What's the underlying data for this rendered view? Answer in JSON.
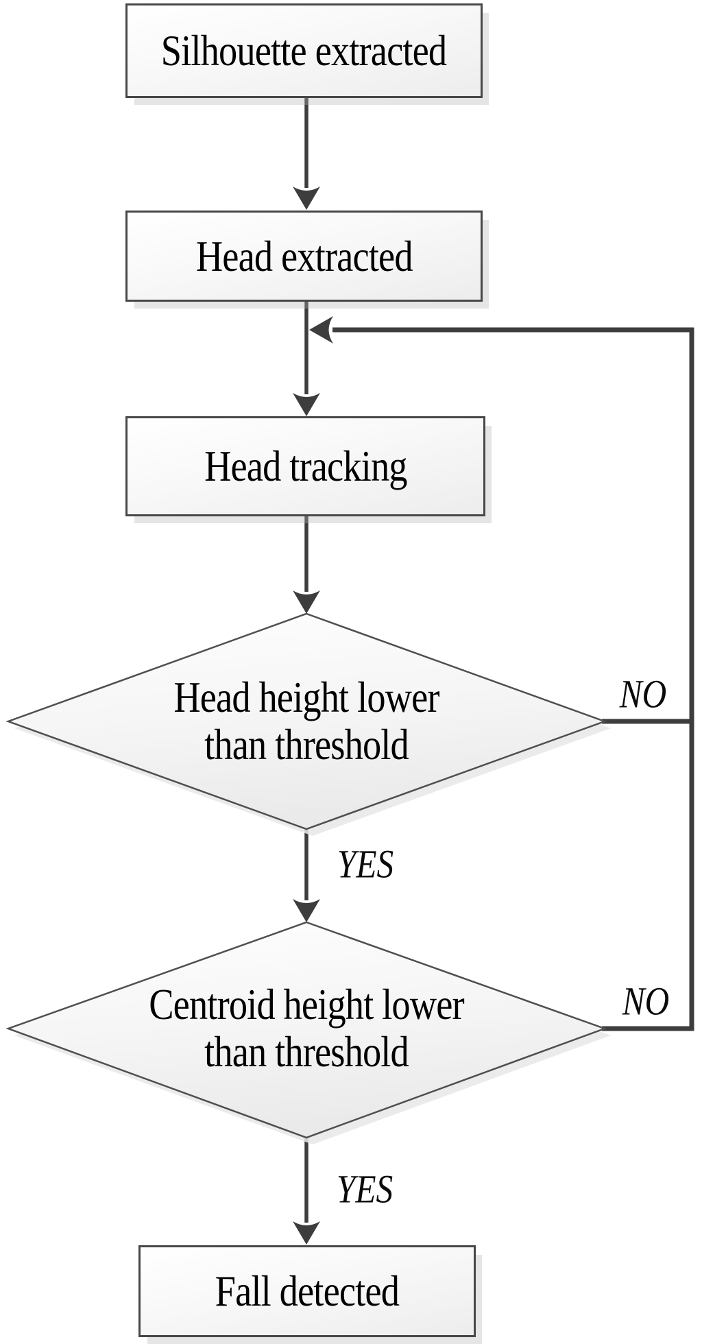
{
  "flowchart": {
    "nodes": {
      "silhouette": {
        "type": "process",
        "label": "Silhouette extracted"
      },
      "head_extracted": {
        "type": "process",
        "label": "Head extracted"
      },
      "head_tracking": {
        "type": "process",
        "label": "Head tracking"
      },
      "head_height_decision": {
        "type": "decision",
        "line1": "Head height lower",
        "line2": "than threshold"
      },
      "centroid_height_decision": {
        "type": "decision",
        "line1": "Centroid height lower",
        "line2": "than threshold"
      },
      "fall_detected": {
        "type": "process",
        "label": "Fall detected"
      }
    },
    "edge_labels": {
      "head_height_yes": "YES",
      "head_height_no": "NO",
      "centroid_height_yes": "YES",
      "centroid_height_no": "NO"
    },
    "colors": {
      "background": "#ffffff",
      "connector_line": "#3d3d3d",
      "shape_border": "#474747",
      "shape_fill_top": "#ffffff",
      "shape_fill_bottom": "#ededed",
      "shadow": "#e6e6e6",
      "text": "#000000"
    }
  }
}
